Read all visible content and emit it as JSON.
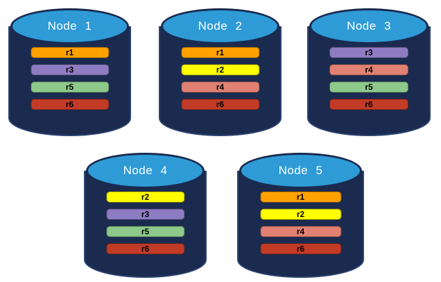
{
  "colors": {
    "cylinder_body": "#1B2B4F",
    "cylinder_outline": "#2C4370",
    "cylinder_top": "#2E9BD6",
    "cylinder_top_outline": "#1A2B50",
    "replicas": {
      "r1": "#FFA200",
      "r2": "#FFFF00",
      "r3": "#8E7CC3",
      "r4": "#E08173",
      "r5": "#8DC98A",
      "r6": "#C13B27"
    }
  },
  "nodes": [
    {
      "title": "Node 1",
      "bars": [
        {
          "label": "r1",
          "color": "#FFA200"
        },
        {
          "label": "r3",
          "color": "#8E7CC3"
        },
        {
          "label": "r5",
          "color": "#8DC98A"
        },
        {
          "label": "r6",
          "color": "#C13B27"
        }
      ]
    },
    {
      "title": "Node 2",
      "bars": [
        {
          "label": "r1",
          "color": "#FFA200"
        },
        {
          "label": "r2",
          "color": "#FFFF00"
        },
        {
          "label": "r4",
          "color": "#E08173"
        },
        {
          "label": "r6",
          "color": "#C13B27"
        }
      ]
    },
    {
      "title": "Node 3",
      "bars": [
        {
          "label": "r3",
          "color": "#8E7CC3"
        },
        {
          "label": "r4",
          "color": "#E08173"
        },
        {
          "label": "r5",
          "color": "#8DC98A"
        },
        {
          "label": "r6",
          "color": "#C13B27"
        }
      ]
    },
    {
      "title": "Node 4",
      "bars": [
        {
          "label": "r2",
          "color": "#FFFF00"
        },
        {
          "label": "r3",
          "color": "#8E7CC3"
        },
        {
          "label": "r5",
          "color": "#8DC98A"
        },
        {
          "label": "r6",
          "color": "#C13B27"
        }
      ]
    },
    {
      "title": "Node 5",
      "bars": [
        {
          "label": "r1",
          "color": "#FFA200"
        },
        {
          "label": "r2",
          "color": "#FFFF00"
        },
        {
          "label": "r4",
          "color": "#E08173"
        },
        {
          "label": "r6",
          "color": "#C13B27"
        }
      ]
    }
  ]
}
